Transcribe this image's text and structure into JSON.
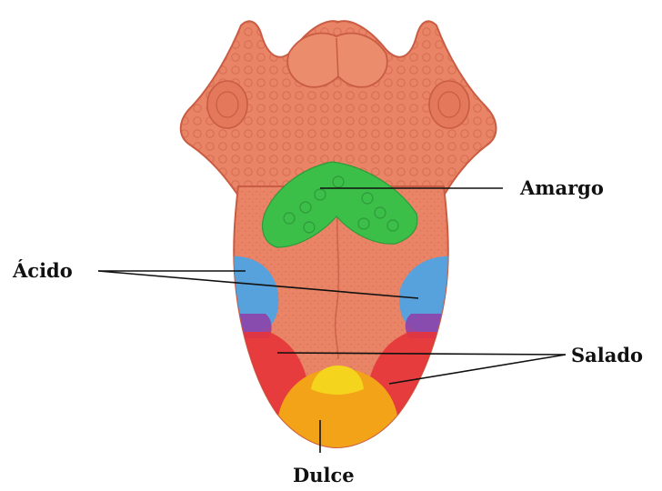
{
  "labels": {
    "amargo": "Amargo",
    "acido": "Ácido",
    "salado": "Salado",
    "dulce": "Dulce"
  },
  "colors": {
    "tongue_base": "#e98466",
    "tongue_dark": "#c95c43",
    "bitter": "#3cbf49",
    "sour": "#4aa5e6",
    "overlap": "#8e43a8",
    "salty": "#e6343a",
    "sweet_inner": "#f5d41e",
    "sweet": "#f3a318",
    "line": "#111111"
  }
}
